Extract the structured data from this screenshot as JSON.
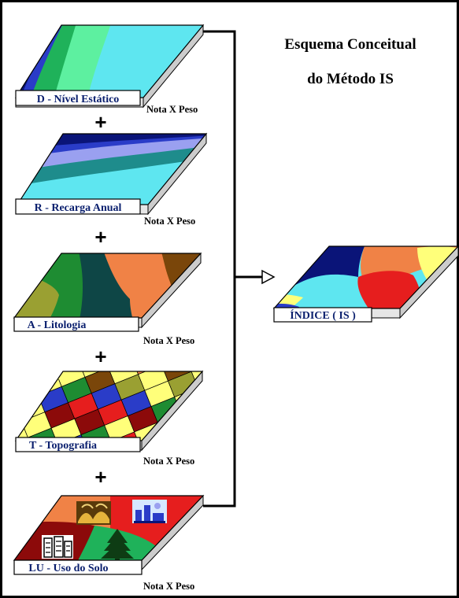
{
  "title": {
    "line1": "Esquema Conceitual",
    "line2": "do Método IS"
  },
  "operator": "+",
  "layers": [
    {
      "id": "D",
      "label": "D - Nível Estático",
      "weight_text": "Nota X Peso",
      "icon_names": []
    },
    {
      "id": "R",
      "label": "R - Recarga Anual",
      "weight_text": "Nota X Peso",
      "icon_names": []
    },
    {
      "id": "A",
      "label": "A - Litologia",
      "weight_text": "Nota X Peso",
      "icon_names": []
    },
    {
      "id": "T",
      "label": "T - Topografia",
      "weight_text": "Nota X Peso",
      "icon_names": []
    },
    {
      "id": "LU",
      "label": "LU - Uso do Solo",
      "weight_text": "Nota X Peso",
      "icon_names": [
        "agriculture-icon",
        "industry-icon",
        "forest-icon",
        "urban-buildings-icon"
      ]
    }
  ],
  "result": {
    "label": "ÍNDICE ( IS )"
  },
  "colors": {
    "navy": "#0a1478",
    "blue": "#2a3cc8",
    "green": "#1fb25a",
    "light_green": "#5df0a0",
    "cyan": "#5ee6f0",
    "lavender": "#9aa0f0",
    "teal": "#1e8c8c",
    "olive": "#9aa032",
    "forest": "#1e8c32",
    "dark_teal": "#0e4646",
    "orange": "#f08246",
    "brown": "#7a460a",
    "red": "#e61e1e",
    "yellow": "#ffff7a",
    "maroon": "#8c0a0a",
    "magenta": "#ff3cd2",
    "label_box": "#ffffff",
    "label_text": "#0a1f6e"
  }
}
